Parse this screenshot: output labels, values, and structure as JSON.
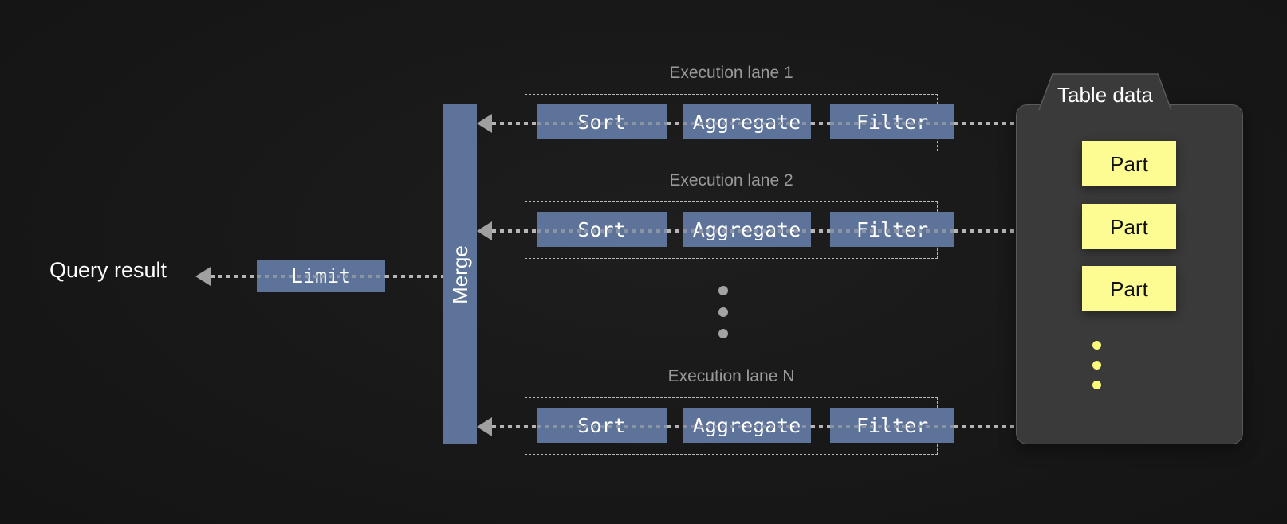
{
  "diagram": {
    "title": "Query execution pipeline",
    "background_color": "#161616",
    "colors": {
      "operator_blue": "#5d7399",
      "part_yellow": "#fcfc92",
      "panel_gray": "#3a3a3a",
      "lane_label_gray": "#9a9a9a",
      "connector_gray": "#b5b5b5",
      "text_white": "#ffffff"
    }
  },
  "output": {
    "result_label": "Query result",
    "limit_label": "Limit"
  },
  "merge": {
    "label": "Merge"
  },
  "lanes": [
    {
      "label": "Execution lane 1",
      "stages": [
        {
          "label": "Sort"
        },
        {
          "label": "Aggregate"
        },
        {
          "label": "Filter"
        }
      ]
    },
    {
      "label": "Execution lane 2",
      "stages": [
        {
          "label": "Sort"
        },
        {
          "label": "Aggregate"
        },
        {
          "label": "Filter"
        }
      ]
    },
    {
      "label": "Execution lane N",
      "stages": [
        {
          "label": "Sort"
        },
        {
          "label": "Aggregate"
        },
        {
          "label": "Filter"
        }
      ]
    }
  ],
  "lane_ellipsis": {
    "name": "vertical-ellipsis",
    "dot_count": 3,
    "color": "#a3a3a3"
  },
  "table_data": {
    "title": "Table data",
    "parts": [
      {
        "label": "Part"
      },
      {
        "label": "Part"
      },
      {
        "label": "Part"
      }
    ],
    "ellipsis": {
      "dot_count": 3,
      "color": "#fbfb78"
    }
  }
}
